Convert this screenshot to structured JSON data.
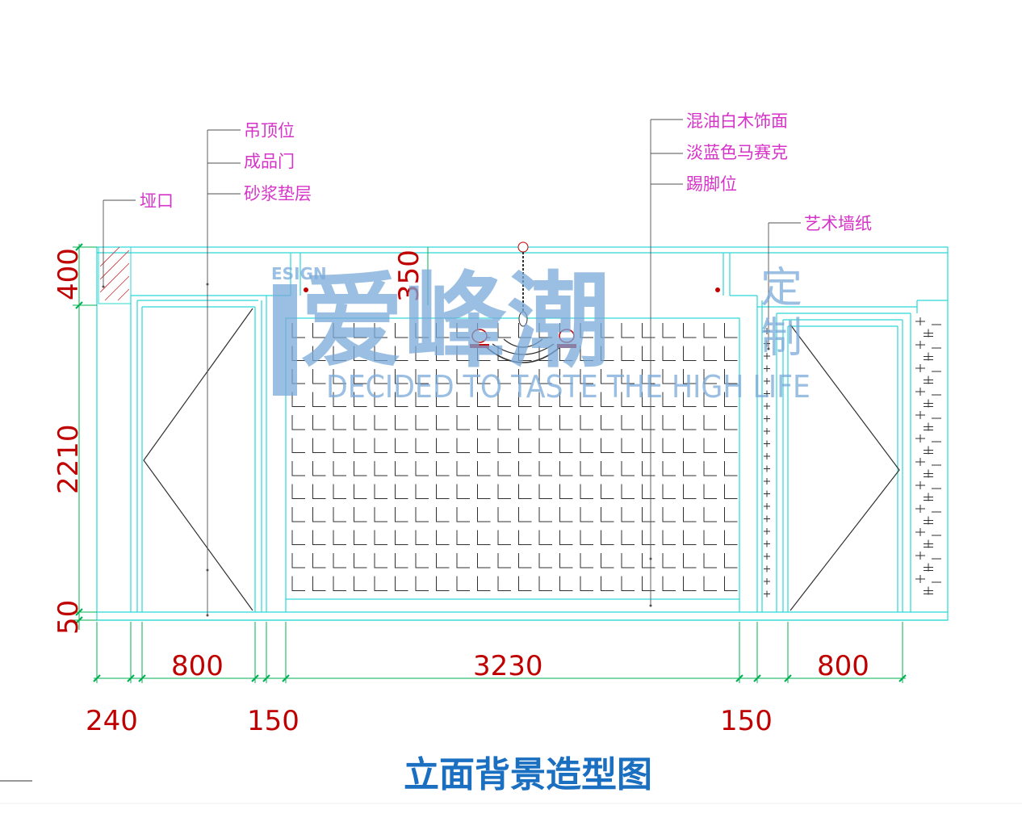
{
  "title": "立面背景造型图",
  "annotations": {
    "left": [
      {
        "id": "ceiling",
        "text": "吊顶位"
      },
      {
        "id": "door",
        "text": "成品门"
      },
      {
        "id": "mortar",
        "text": "砂浆垫层"
      },
      {
        "id": "yakou",
        "text": "垭口"
      }
    ],
    "right": [
      {
        "id": "paint",
        "text": "混油白木饰面"
      },
      {
        "id": "mosaic",
        "text": "淡蓝色马赛克"
      },
      {
        "id": "skirting",
        "text": "踢脚位"
      },
      {
        "id": "wallpaper",
        "text": "艺术墙纸"
      }
    ]
  },
  "dimensions": {
    "vertical": {
      "top": "400",
      "middle": "2210",
      "bottom": "50",
      "inner": "350"
    },
    "horizontal_top": {
      "left_door": "800",
      "center": "3230",
      "right_door": "800"
    },
    "horizontal_bottom": {
      "left": "240",
      "mid_left": "150",
      "mid_right": "150"
    }
  },
  "watermark": {
    "small": "ESIGN",
    "brand": "爱峰潮",
    "suffix_top": "定",
    "suffix_bottom": "制",
    "slogan": "DECIDED TO TASTE THE HIGH LIFE"
  },
  "colors": {
    "line_cyan": "#2ad7d7",
    "dim_green": "#00b050",
    "dim_text_red": "#c00000",
    "label_magenta": "#d633c8",
    "tile_ink": "#303030",
    "watermark_blue": "#7aa9d9",
    "title_blue": "#1a6fc0"
  }
}
